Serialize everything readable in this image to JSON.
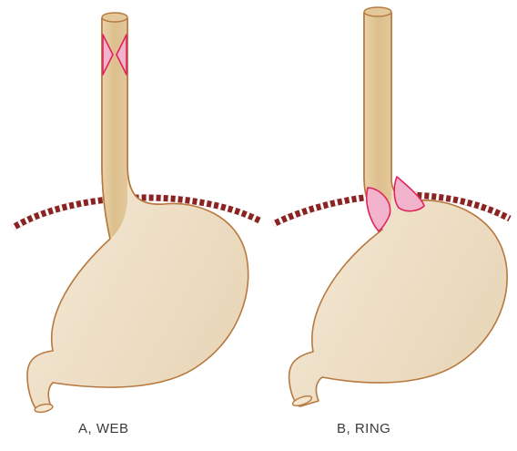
{
  "colors": {
    "organ_fill": "#ecdcc2",
    "organ_fill_light": "#f6ecdc",
    "tube_fill": "#dfc393",
    "outline": "#b7793f",
    "lesion_fill": "#f2b4cc",
    "lesion_outline": "#e0245c",
    "diaphragm": "#8b2323",
    "diaphragm_gap": "#ffffff",
    "caption_text": "#3a3a3a"
  },
  "panels": [
    {
      "id": "A",
      "caption": "A, WEB",
      "lesion_type": "web"
    },
    {
      "id": "B",
      "caption": "B, RING",
      "lesion_type": "ring"
    }
  ]
}
